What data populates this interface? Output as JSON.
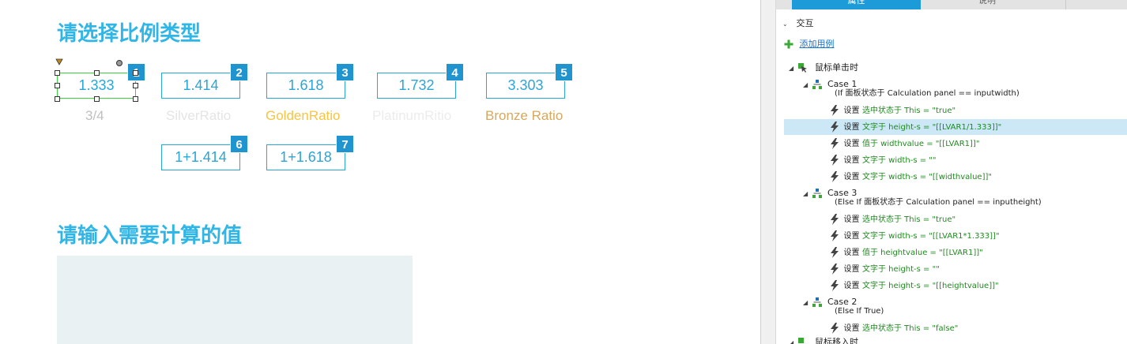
{
  "canvas": {
    "title_select": "请选择比例类型",
    "title_input": "请输入需要计算的值",
    "ratios": [
      {
        "value": "1.333",
        "badge": "1",
        "label": "3/4",
        "label_color": "#bfbfbf"
      },
      {
        "value": "1.414",
        "badge": "2",
        "label": "SilverRatio",
        "label_color": "#e4e4e4"
      },
      {
        "value": "1.618",
        "badge": "3",
        "label": "GoldenRatio",
        "label_color": "#f5c542"
      },
      {
        "value": "1.732",
        "badge": "4",
        "label": "PlatinumRitio",
        "label_color": "#ececec"
      },
      {
        "value": "3.303",
        "badge": "5",
        "label": "Bronze Ratio",
        "label_color": "#d6a860"
      },
      {
        "value": "1+1.414",
        "badge": "6",
        "label": "",
        "label_color": ""
      },
      {
        "value": "1+1.618",
        "badge": "7",
        "label": "",
        "label_color": ""
      }
    ]
  },
  "panel": {
    "tabs": [
      "属性",
      "说明"
    ],
    "section": "交互",
    "add_case": "添加用例",
    "event": "鼠标单击时",
    "event_next": "鼠标移入时",
    "cases": [
      {
        "title": "Case 1",
        "condition": "(If 面板状态于 Calculation panel == inputwidth)",
        "actions": [
          {
            "verb": "设置",
            "target": "选中状态于 This = \"true\""
          },
          {
            "verb": "设置",
            "target": "文字于 height-s = \"[[LVAR1/1.333]]\""
          },
          {
            "verb": "设置",
            "target": "值于 widthvalue = \"[[LVAR1]]\""
          },
          {
            "verb": "设置",
            "target": "文字于 width-s = \"\""
          },
          {
            "verb": "设置",
            "target": "文字于 width-s = \"[[widthvalue]]\""
          }
        ]
      },
      {
        "title": "Case 3",
        "condition": "(Else If 面板状态于 Calculation panel == inputheight)",
        "actions": [
          {
            "verb": "设置",
            "target": "选中状态于 This = \"true\""
          },
          {
            "verb": "设置",
            "target": "文字于 width-s = \"[[LVAR1*1.333]]\""
          },
          {
            "verb": "设置",
            "target": "值于 heightvalue = \"[[LVAR1]]\""
          },
          {
            "verb": "设置",
            "target": "文字于 height-s = \"\""
          },
          {
            "verb": "设置",
            "target": "文字于 height-s = \"[[heightvalue]]\""
          }
        ]
      },
      {
        "title": "Case 2",
        "condition": "(Else If True)",
        "actions": [
          {
            "verb": "设置",
            "target": "选中状态于 This = \"false\""
          }
        ]
      }
    ],
    "highlight_color": "#cce8f6",
    "accent": "#1d9ad8"
  }
}
